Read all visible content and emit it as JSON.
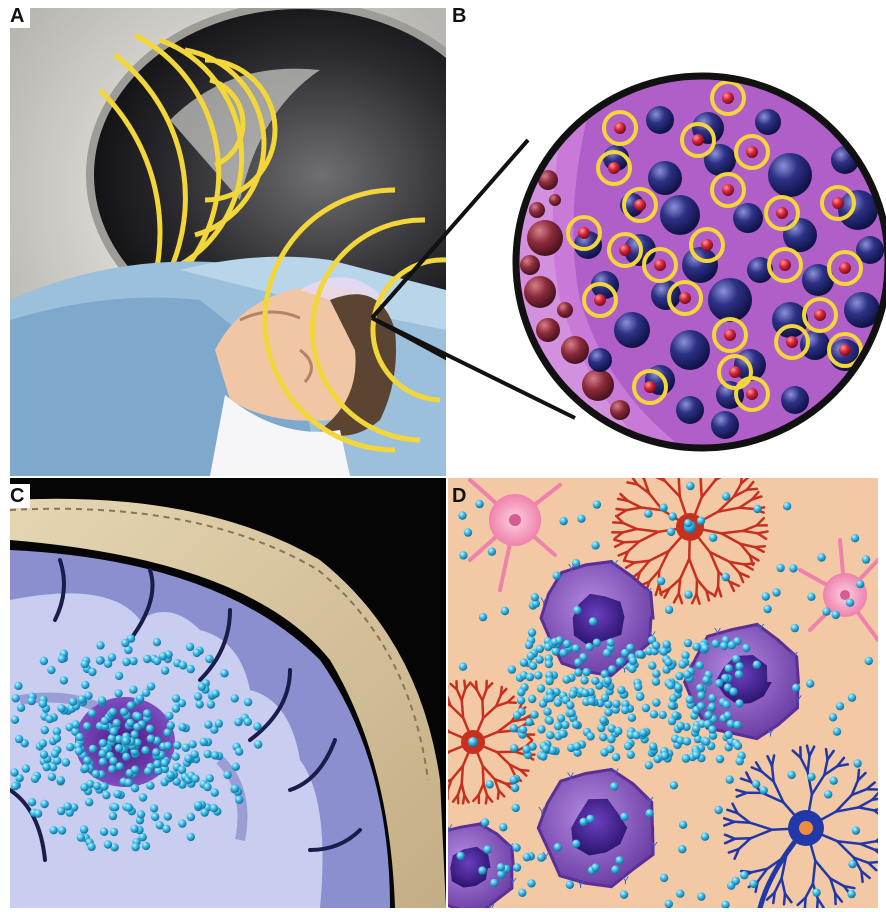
{
  "panels": [
    {
      "id": "A",
      "label": "A"
    },
    {
      "id": "B",
      "label": "B"
    },
    {
      "id": "C",
      "label": "C"
    },
    {
      "id": "D",
      "label": "D"
    }
  ],
  "colors": {
    "scanner_bore": "#e9e7e2",
    "ultrasound_rings": "#f2d63a",
    "patient_gown": "#9cc0dc",
    "magnified_tissue": "#b05fc8",
    "particle_navy": "#2b2f7e",
    "particle_red": "#d4283a",
    "vessel_maroon": "#7b2433",
    "brain_gray_matter": "#8b8fd0",
    "brain_white_matter": "#c9cdf0",
    "skull": "#d9c7a3",
    "drug_particles": "#2fb7e6",
    "tumor_core": "#5a1f8e",
    "background_tissue": "#f3c8a4",
    "tumor_cell": "#8a55c2",
    "astrocyte_red": "#c7301f",
    "neuron_pink": "#f08fb6",
    "neuron_blue": "#2038a8"
  },
  "icons": [
    "mri-scanner-icon",
    "ultrasound-wave-icon",
    "patient-head-icon",
    "nanoparticle-icon",
    "brain-section-icon",
    "tumor-cell-icon",
    "neuron-icon",
    "astrocyte-icon"
  ]
}
